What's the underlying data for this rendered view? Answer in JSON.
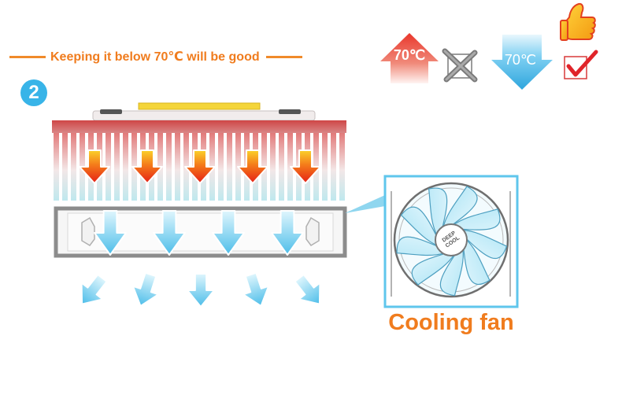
{
  "headline": {
    "text": "Keeping it below 70℃ will be good"
  },
  "step": {
    "number": "2"
  },
  "comparison": {
    "hot": {
      "label": "70℃",
      "verdict_icon": "cross-icon"
    },
    "cold": {
      "label": "70℃",
      "verdict_icon": "check-icon",
      "badge_icon": "thumbs-up-icon"
    }
  },
  "fan": {
    "caption": "Cooling fan",
    "logo_text": "DEEP COOL"
  },
  "colors": {
    "accent_orange": "#f07c1e",
    "heat_red": "#e8362a",
    "cool_blue": "#5cc4ee",
    "frame_gray": "#8c8c8c"
  }
}
